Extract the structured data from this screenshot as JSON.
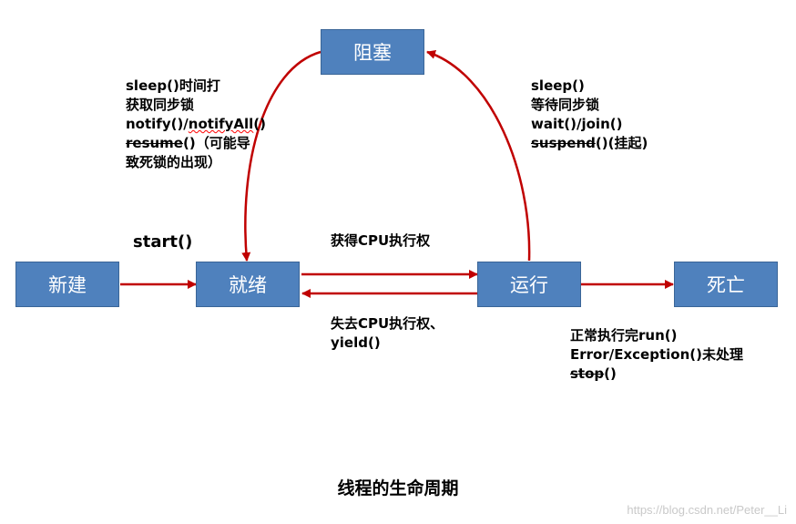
{
  "states": {
    "new": "新建",
    "ready": "就绪",
    "running": "运行",
    "dead": "死亡",
    "blocked": "阻塞"
  },
  "transitions": {
    "start": "start()",
    "get_cpu": "获得CPU执行权",
    "lose_cpu_1": "失去CPU执行权、",
    "lose_cpu_2": "yield()",
    "to_blocked": {
      "line1": "sleep()",
      "line2": "等待同步锁",
      "line3": "wait()/join()",
      "line4_strike": "suspend",
      "line4_rest": "()(挂起)"
    },
    "from_blocked": {
      "line1": "sleep()时间打",
      "line2": "获取同步锁",
      "line3_a": "notify()/",
      "line3_b": "notifyAll",
      "line3_c": "()",
      "line4_strike": "resume",
      "line4_rest": "()（可能导",
      "line5": "致死锁的出现）"
    },
    "to_dead": {
      "line1": "正常执行完run()",
      "line2": "Error/Exception()未处理",
      "line3_strike": "stop",
      "line3_rest": "()"
    }
  },
  "caption": "线程的生命周期",
  "watermark": "https://blog.csdn.net/Peter__Li",
  "colors": {
    "state_fill": "#4f81bd",
    "state_text": "#ffffff",
    "arrow": "#c00000"
  }
}
